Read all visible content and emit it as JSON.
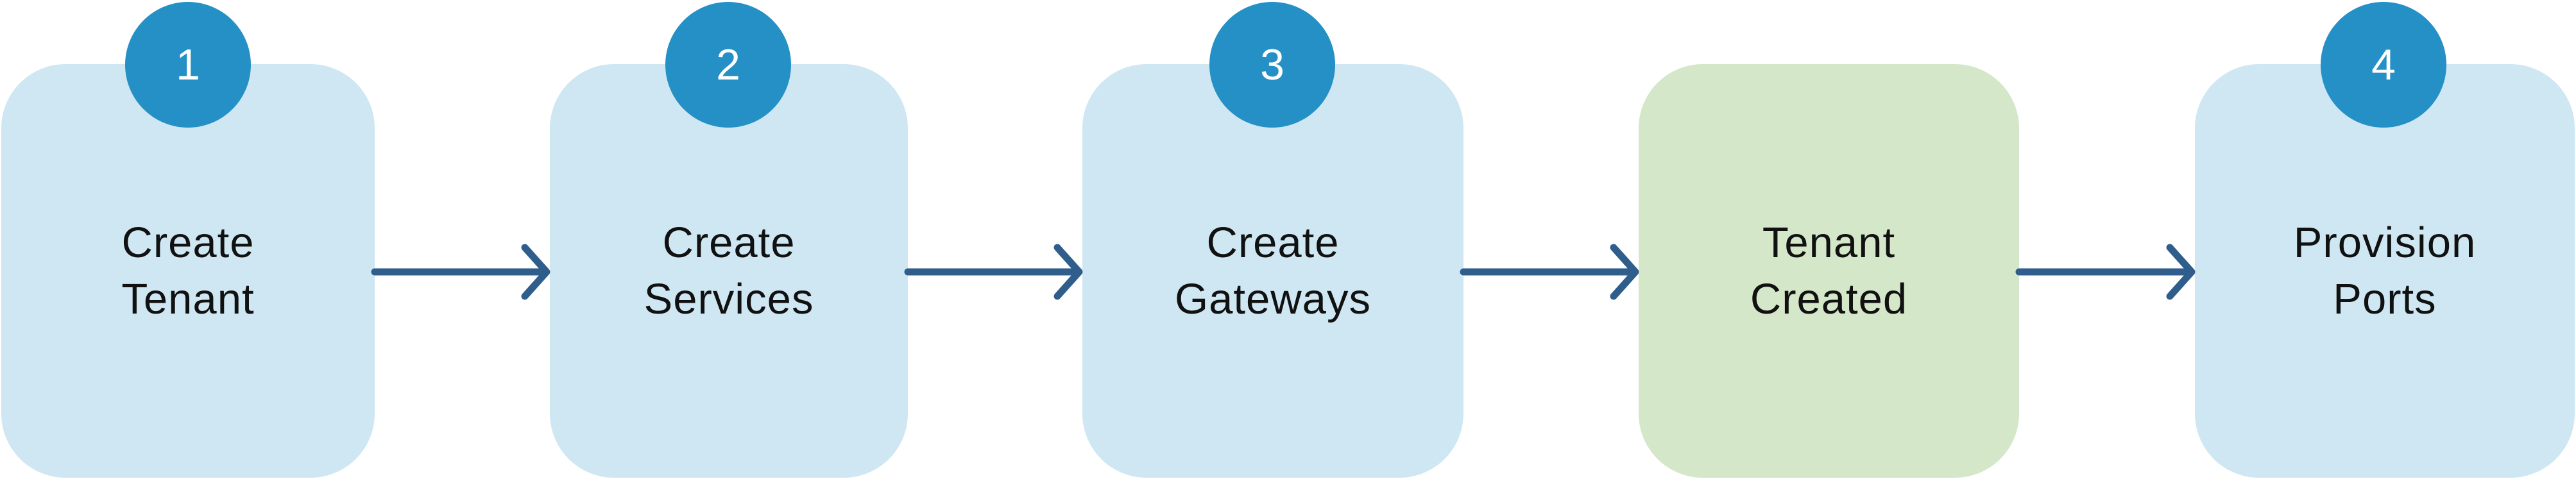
{
  "colors": {
    "step_fill": "#cfe7f3",
    "milestone_fill": "#d4e7c8",
    "badge_fill": "#2590c5",
    "arrow": "#2f5d8c"
  },
  "steps": [
    {
      "label": "Create\nTenant",
      "badge": "1",
      "kind": "step"
    },
    {
      "label": "Create\nServices",
      "badge": "2",
      "kind": "step"
    },
    {
      "label": "Create\nGateways",
      "badge": "3",
      "kind": "step"
    },
    {
      "label": "Tenant\nCreated",
      "badge": "",
      "kind": "milestone"
    },
    {
      "label": "Provision\nPorts",
      "badge": "4",
      "kind": "step"
    }
  ]
}
